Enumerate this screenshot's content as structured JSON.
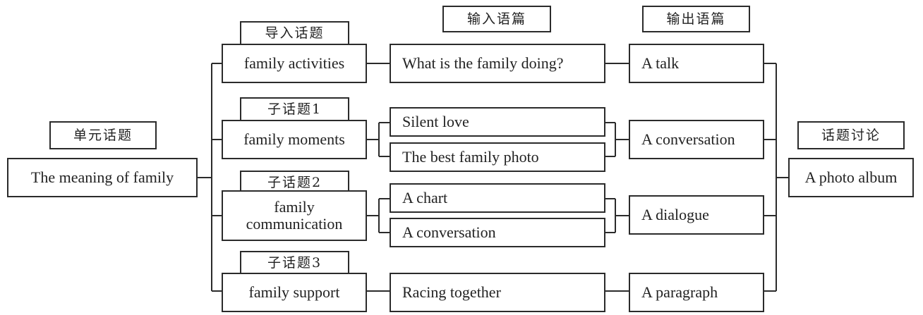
{
  "labels": {
    "unit_topic": "单元话题",
    "intro_topic": "导入话题",
    "sub1": "子话题1",
    "sub2": "子话题2",
    "sub3": "子话题3",
    "input_text": "输入语篇",
    "output_text": "输出语篇",
    "discussion": "话题讨论"
  },
  "root": {
    "text": "The meaning of family"
  },
  "topics": [
    {
      "text": "family activities"
    },
    {
      "text": "family moments"
    },
    {
      "line1": "family",
      "line2": "communication"
    },
    {
      "text": "family support"
    }
  ],
  "inputs": [
    "What is the family doing?",
    "Silent love",
    "The best family photo",
    "A chart",
    "A conversation",
    "Racing together"
  ],
  "outputs": [
    "A talk",
    "A conversation",
    "A dialogue",
    "A paragraph"
  ],
  "final": {
    "text": "A photo album"
  }
}
